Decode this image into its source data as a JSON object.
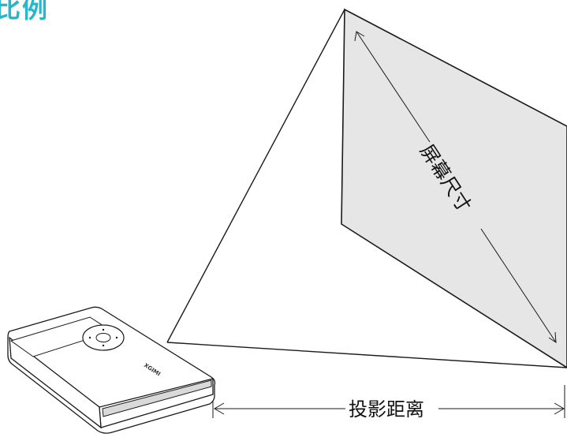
{
  "header": {
    "title_partial": "比例"
  },
  "diagram": {
    "screen_label": "屏幕尺寸",
    "distance_label": "投影距离",
    "projector_brand": "XGIMI"
  },
  "colors": {
    "title": "#29b6c9",
    "screen_fill": "#e6e6e6",
    "line": "#1a1a1a"
  }
}
